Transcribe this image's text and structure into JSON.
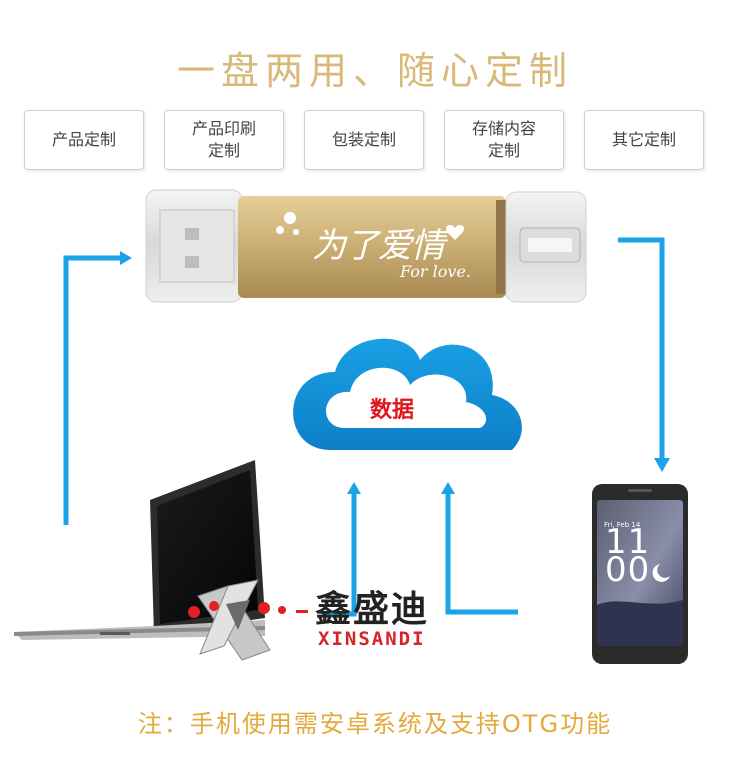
{
  "header": {
    "title": "一盘两用、随心定制"
  },
  "tabs": [
    {
      "label": "产品定制"
    },
    {
      "label": "产品印刷\n定制"
    },
    {
      "label": "包装定制"
    },
    {
      "label": "存储内容\n定制"
    },
    {
      "label": "其它定制"
    }
  ],
  "usb": {
    "engraving": "为了爱情",
    "engraving_sub": "For love."
  },
  "cloud": {
    "label": "数据"
  },
  "phone": {
    "time": "11\n00",
    "date": "Fri, Feb 14"
  },
  "brand": {
    "name_cn": "鑫盛迪",
    "name_en": "XINSANDI"
  },
  "footer": {
    "note": "注：手机使用需安卓系统及支持OTG功能"
  },
  "colors": {
    "title": "#d9b978",
    "arrow": "#1aa3e8",
    "footer": "#e4a93c",
    "gold": "#c9ad72"
  }
}
